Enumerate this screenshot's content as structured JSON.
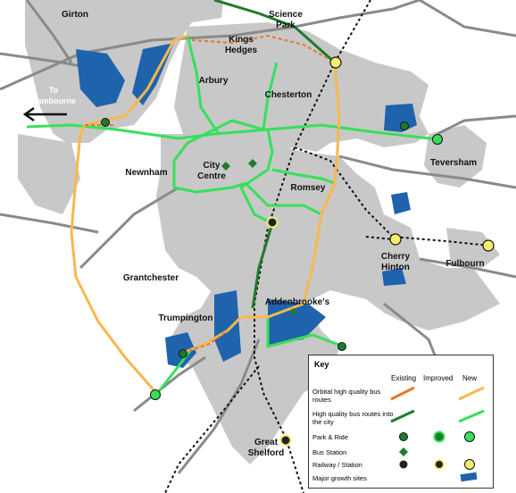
{
  "places": {
    "girton": "Girton",
    "science_park_1": "Science",
    "science_park_2": "Park",
    "kings_hedges_1": "Kings",
    "kings_hedges_2": "Hedges",
    "arbury": "Arbury",
    "chesterton": "Chesterton",
    "to_cambourne_1": "To",
    "to_cambourne_2": "Cambourne",
    "teversham": "Teversham",
    "newnham": "Newnham",
    "city_centre_1": "City",
    "city_centre_2": "Centre",
    "romsey": "Romsey",
    "cherry_hinton_1": "Cherry",
    "cherry_hinton_2": "Hinton",
    "fulbourn": "Fulbourn",
    "grantchester": "Grantchester",
    "addenbrookes": "Addenbrooke's",
    "trumpington": "Trumpington",
    "great_shelford_1": "Great",
    "great_shelford_2": "Shelford"
  },
  "key": {
    "title": "Key",
    "col_existing": "Existing",
    "col_improved": "Improved",
    "col_new": "New",
    "rows": [
      "Orbital high quality bus routes",
      "High quality bus routes into the city",
      "Park & Ride",
      "Bus Station",
      "Railway / Station",
      "Major growth sites"
    ]
  },
  "colors": {
    "urban_area": "#c8c8c8",
    "growth_site": "#1f63ad",
    "orbital_route": "#f7b84c",
    "orbital_existing": "#e8762b",
    "radial_existing": "#1f7a2e",
    "radial_new": "#36e05a",
    "park_ride": "#36d65b",
    "station": "#f4ee6e",
    "road": "#8a8a8a",
    "railway": "#111111"
  }
}
